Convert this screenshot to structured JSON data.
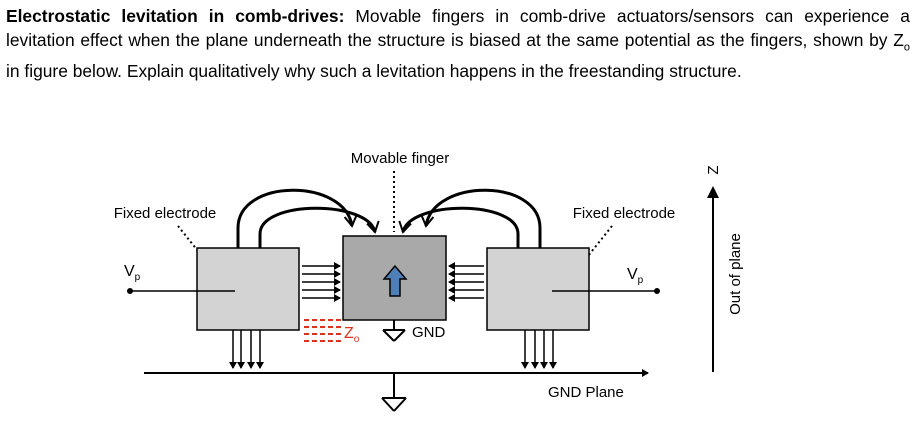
{
  "question": {
    "title": "Electrostatic levitation in comb-drives:",
    "text_before": " Movable fingers in comb-drive actuators/sensors can experience a levitation effect when the plane underneath the structure is biased at the same potential as the fingers, shown by Z",
    "subscript": "o",
    "text_after": " in figure below. Explain qualitatively why such a levitation happens in the freestanding structure."
  },
  "diagram": {
    "labels": {
      "movable_finger": "Movable finger",
      "fixed_electrode_left": "Fixed electrode",
      "fixed_electrode_right": "Fixed electrode",
      "vp_left": "V",
      "vp_right": "V",
      "vp_sub": "p",
      "z0": "Z",
      "z0_sub": "o",
      "gnd": "GND",
      "gnd_plane": "GND Plane",
      "out_of_plane": "Out of plane",
      "z_axis": "Z"
    },
    "colors": {
      "fixed_electrode": "#d3d3d3",
      "movable_finger": "#a9a9a9",
      "levitation_arrow": "#4f7fb8",
      "z0_marker": "#e0301e"
    }
  }
}
